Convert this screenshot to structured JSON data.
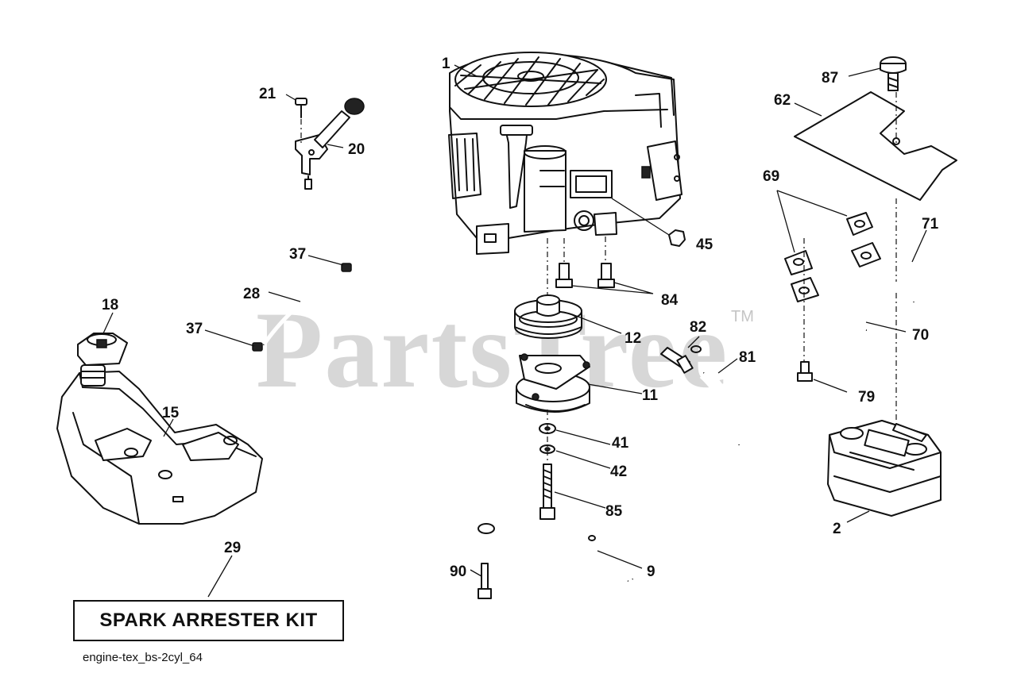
{
  "watermark": {
    "text": "PartsTree",
    "trademark": "TM"
  },
  "kit_label": "SPARK ARRESTER KIT",
  "diagram_id": "engine-tex_bs-2cyl_64",
  "callouts": {
    "c1": "1",
    "c2": "2",
    "c9": "9",
    "c11": "11",
    "c12": "12",
    "c15": "15",
    "c18": "18",
    "c20": "20",
    "c21": "21",
    "c28": "28",
    "c29": "29",
    "c37a": "37",
    "c37b": "37",
    "c41": "41",
    "c42": "42",
    "c45": "45",
    "c62": "62",
    "c69": "69",
    "c70": "70",
    "c71": "71",
    "c79": "79",
    "c81": "81",
    "c82": "82",
    "c84": "84",
    "c85": "85",
    "c87": "87",
    "c90": "90"
  }
}
